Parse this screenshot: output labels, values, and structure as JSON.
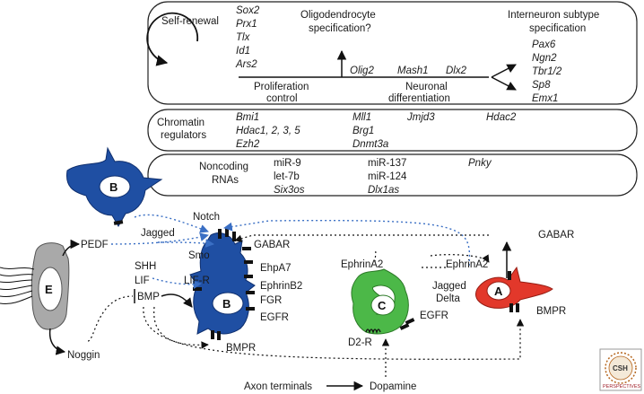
{
  "panel_top": {
    "self_renewal": "Self-renewal",
    "self_renewal_genes": [
      "Sox2",
      "Prx1",
      "Tlx",
      "Id1",
      "Ars2"
    ],
    "oligodendrocyte": [
      "Oligodendrocyte",
      "specification?"
    ],
    "interneuron": [
      "Interneuron subtype",
      "specification"
    ],
    "olig2": "Olig2",
    "mash1": "Mash1",
    "dlx2": "Dlx2",
    "proliferation": [
      "Proliferation",
      "control"
    ],
    "neuronal": [
      "Neuronal",
      "differentiation"
    ],
    "subtype_genes": [
      "Pax6",
      "Ngn2",
      "Tbr1/2",
      "Sp8",
      "Emx1"
    ]
  },
  "panel_chromatin": {
    "title": [
      "Chromatin",
      "regulators"
    ],
    "col1": [
      "Bmi1",
      "Hdac1, 2, 3, 5",
      "Ezh2"
    ],
    "col2": [
      "Mll1",
      "Brg1",
      "Dnmt3a"
    ],
    "jmjd3": "Jmjd3",
    "hdac2": "Hdac2"
  },
  "panel_noncoding": {
    "title": [
      "Noncoding",
      "RNAs"
    ],
    "col1": [
      "miR-9",
      "let-7b",
      "Six3os"
    ],
    "col2": [
      "miR-137",
      "miR-124",
      "Dlx1as"
    ],
    "pnky": "Pnky"
  },
  "cells": {
    "b_top": "B",
    "b_main": "B",
    "c": "C",
    "a": "A",
    "e": "E"
  },
  "labels": {
    "notch": "Notch",
    "jagged": "Jagged",
    "pedf": "PEDF",
    "shh": "SHH",
    "smo": "Smo",
    "gabar_mid": "GABAR",
    "gabar_right": "GABAR",
    "lif": "LIF",
    "lifr": "LIF-R",
    "bmp": "BMP",
    "ehpa7": "EhpA7",
    "ephrinb2": "EphrinB2",
    "fgr": "FGR",
    "egfr_b": "EGFR",
    "bmpr_b": "BMPR",
    "ephrina2_c": "EphrinA2",
    "ephrina2_a": "EphrinA2",
    "jagged_delta": [
      "Jagged",
      "Delta"
    ],
    "bmpr_a": "BMPR",
    "egfr_c": "EGFR",
    "d2r": "D2-R",
    "noggin": "Noggin",
    "axon": "Axon terminals",
    "dopamine": "Dopamine"
  },
  "logo": {
    "text": "CSH",
    "subtext": "PERSPECTIVES"
  },
  "colors": {
    "b_cell": "#1f4fa3",
    "c_cell": "#4cb848",
    "a_cell": "#e2382b",
    "e_cell": "#a9a9a9",
    "dotted_blue": "#3a6fc4"
  }
}
